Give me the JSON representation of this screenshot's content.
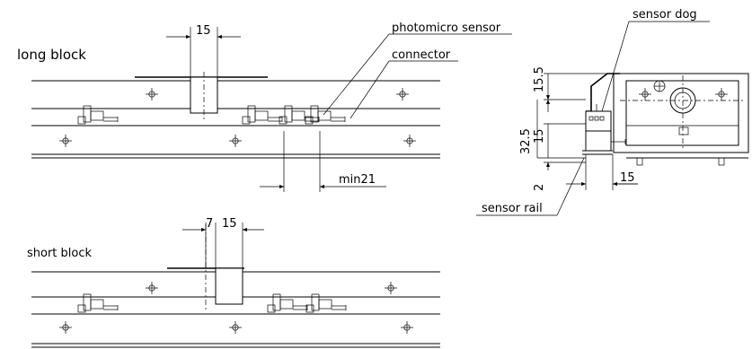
{
  "left_top": {
    "title": "long block",
    "dim_block_width": "15",
    "dim_min_spacing": "min21",
    "label_sensor": "photomicro sensor",
    "label_connector": "connector"
  },
  "left_bottom": {
    "title": "short block",
    "dim_a": "7",
    "dim_b": "15"
  },
  "right_view": {
    "label_dog": "sensor dog",
    "label_rail": "sensor rail",
    "dim_top": "15.5",
    "dim_total": "32.5",
    "dim_mid": "15",
    "dim_bottom": "2",
    "dim_width": "15"
  }
}
